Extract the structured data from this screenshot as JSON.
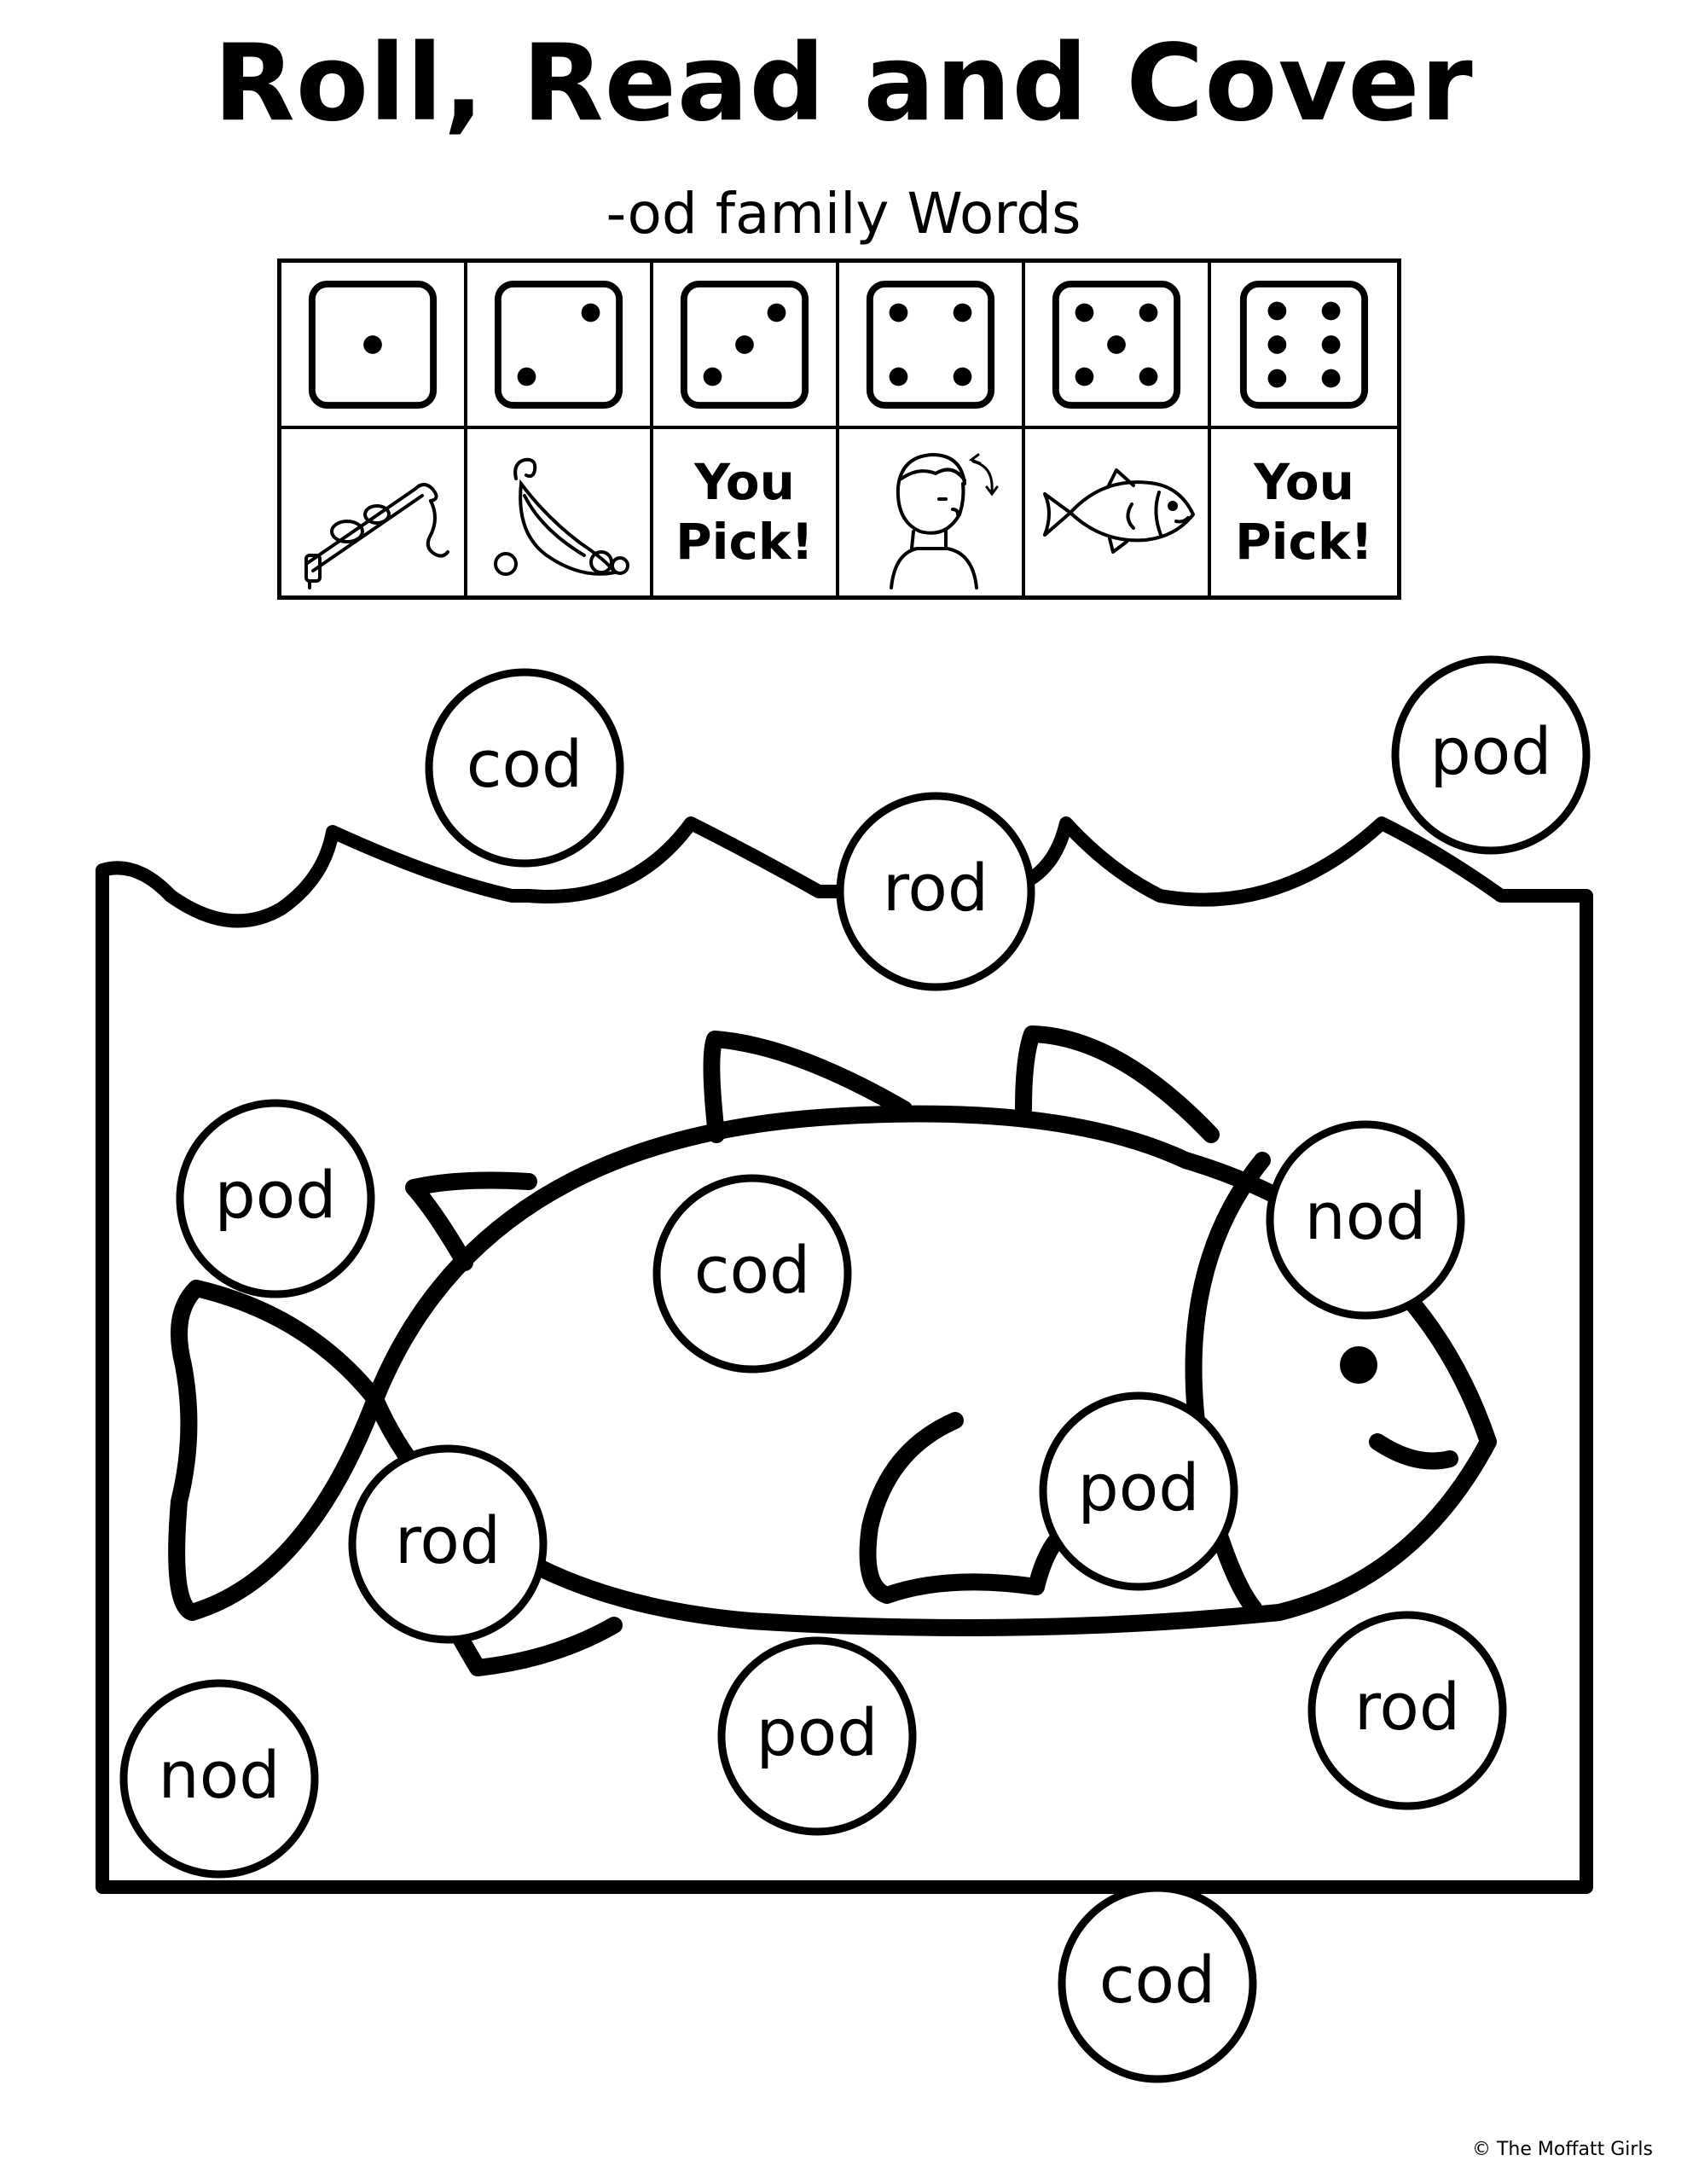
{
  "header": {
    "title": "Roll, Read and Cover",
    "subtitle": "-od family Words"
  },
  "key": {
    "dice": [
      1,
      2,
      3,
      4,
      5,
      6
    ],
    "pictures": [
      {
        "type": "image",
        "icon": "fishing-rod-icon"
      },
      {
        "type": "image",
        "icon": "pea-pod-icon"
      },
      {
        "type": "text",
        "line1": "You",
        "line2": "Pick!"
      },
      {
        "type": "image",
        "icon": "boy-nodding-icon"
      },
      {
        "type": "image",
        "icon": "cod-fish-icon"
      },
      {
        "type": "text",
        "line1": "You",
        "line2": "Pick!"
      }
    ]
  },
  "words": [
    "cod",
    "pod",
    "rod",
    "pod",
    "cod",
    "nod",
    "pod",
    "rod",
    "rod",
    "nod",
    "pod",
    "cod"
  ],
  "footer": {
    "copyright": "© The Moffatt Girls"
  }
}
